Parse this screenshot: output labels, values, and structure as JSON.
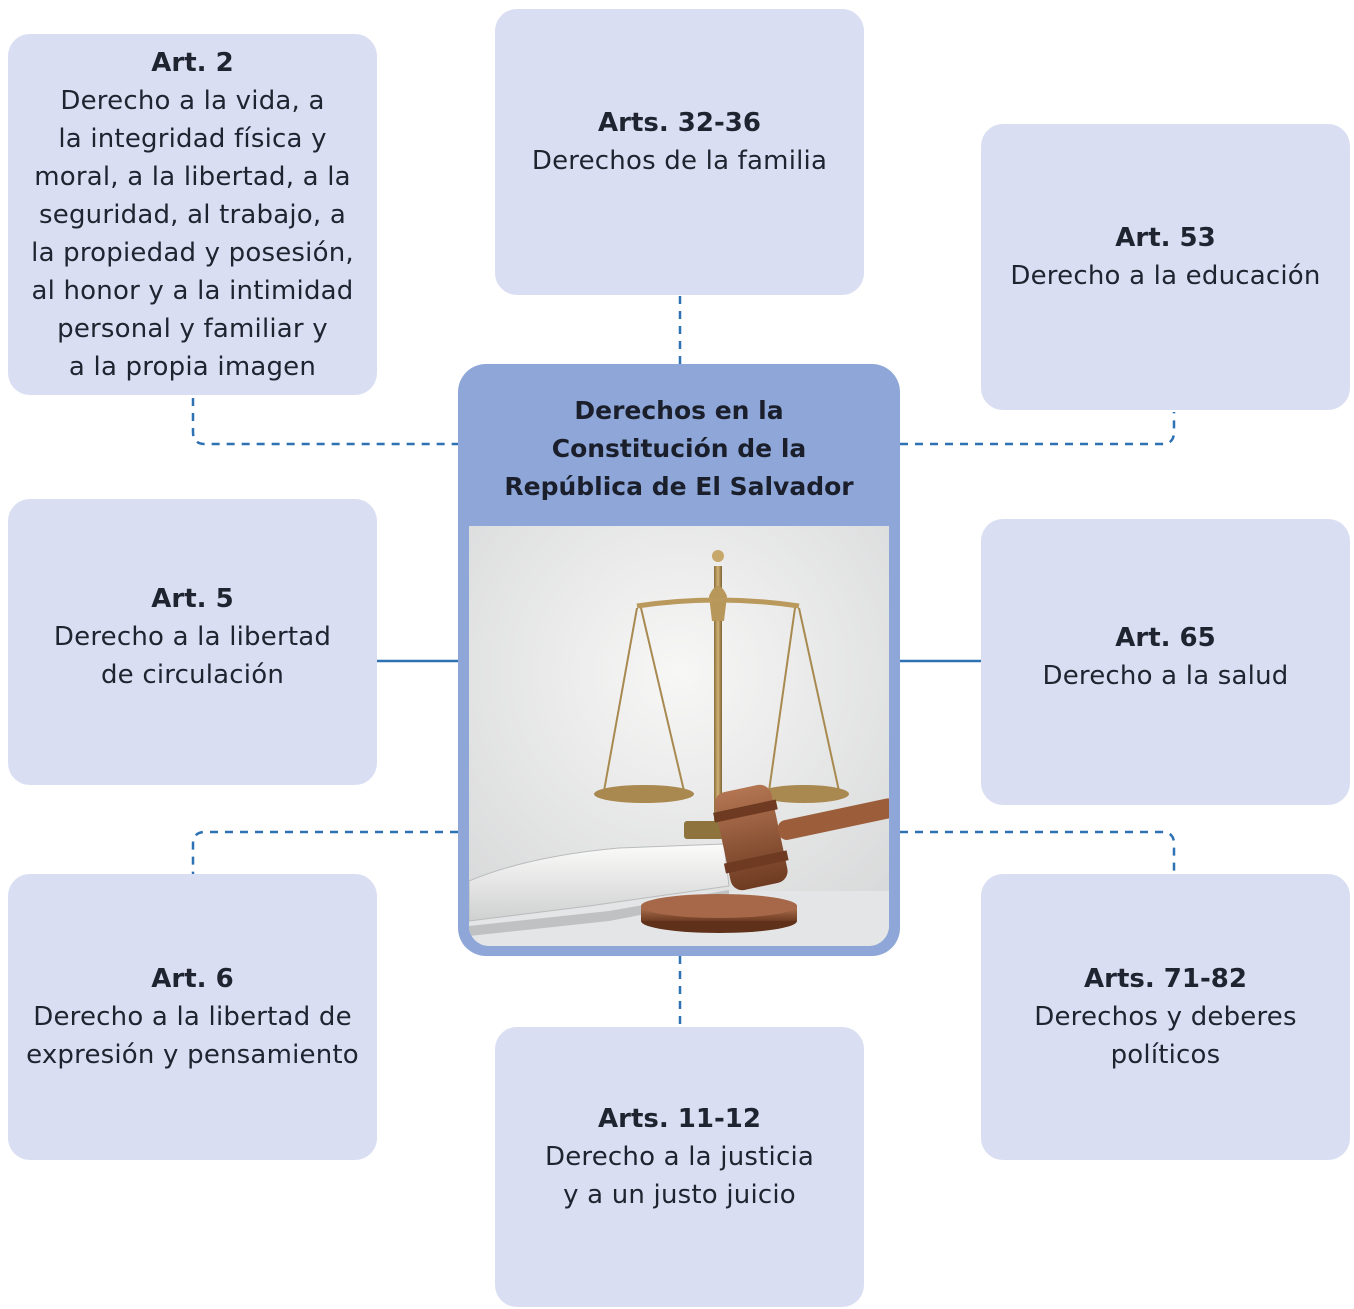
{
  "center": {
    "title": "Derechos en la\nConstitución de la\nRepública de El Salvador",
    "image": "scales-of-justice-gavel-book"
  },
  "colors": {
    "box_fill": "#d9def2",
    "center_fill": "#8ea6d8",
    "connector": "#2e72b4"
  },
  "nodes": [
    {
      "article": "Art. 2",
      "description": "Derecho a la vida, a\nla integridad física y\nmoral, a la libertad, a la\nseguridad, al trabajo, a\nla propiedad y posesión,\nal honor y a la intimidad\npersonal y familiar y\na la propia imagen"
    },
    {
      "article": "Arts. 32-36",
      "description": "Derechos de la familia"
    },
    {
      "article": "Art. 53",
      "description": "Derecho a la educación"
    },
    {
      "article": "Art. 5",
      "description": "Derecho a la libertad\nde circulación"
    },
    {
      "article": "Art. 65",
      "description": "Derecho a la salud"
    },
    {
      "article": "Art. 6",
      "description": "Derecho a la libertad de\nexpresión y pensamiento"
    },
    {
      "article": "Arts. 71-82",
      "description": "Derechos y deberes\npolíticos"
    },
    {
      "article": "Arts. 11-12",
      "description": "Derecho a la justicia\ny a un justo juicio"
    }
  ]
}
